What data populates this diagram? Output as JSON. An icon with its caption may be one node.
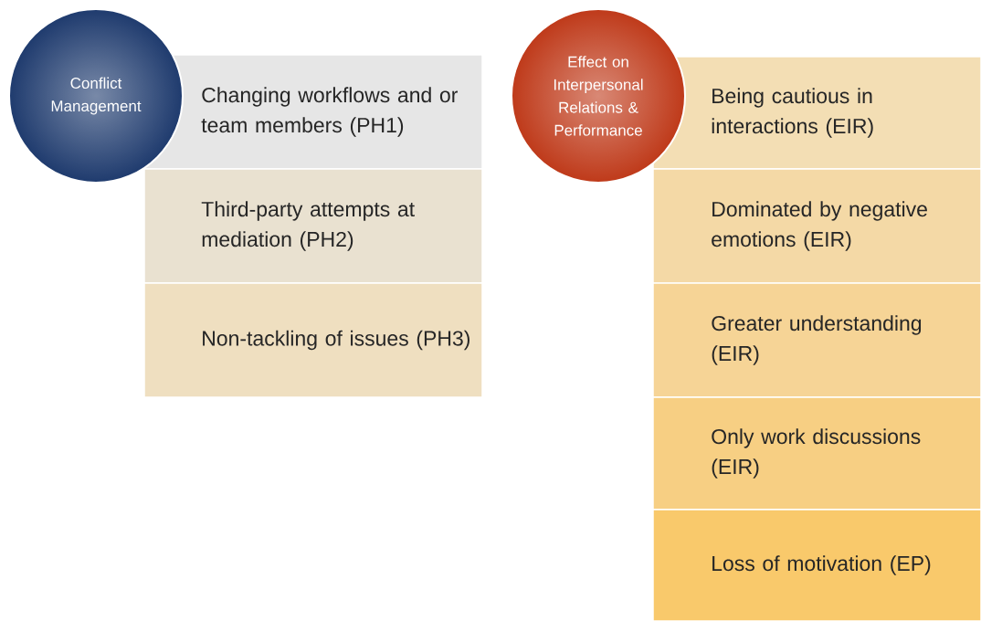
{
  "diagram": {
    "nodes": [
      {
        "text": [
          "Conflict Management"
        ]
      },
      {
        "text": [
          "Changing workflows and or team members (PH1)"
        ]
      },
      {
        "text": [
          "Third-party attempts at mediation (PH2)"
        ]
      },
      {
        "text": [
          "Non-tackling of issues (PH3)"
        ]
      },
      {
        "text": [
          "Effect on Interpersonal Relations & Performance"
        ]
      },
      {
        "text": [
          "Being cautious in interactions (EIR)"
        ]
      },
      {
        "text": [
          "Dominated by negative emotions (EIR)"
        ]
      },
      {
        "text": [
          "Greater understanding (EIR)"
        ]
      },
      {
        "text": [
          "Only work discussions (EIR)"
        ]
      },
      {
        "text": [
          "Loss of motivation (EP)"
        ]
      }
    ]
  }
}
